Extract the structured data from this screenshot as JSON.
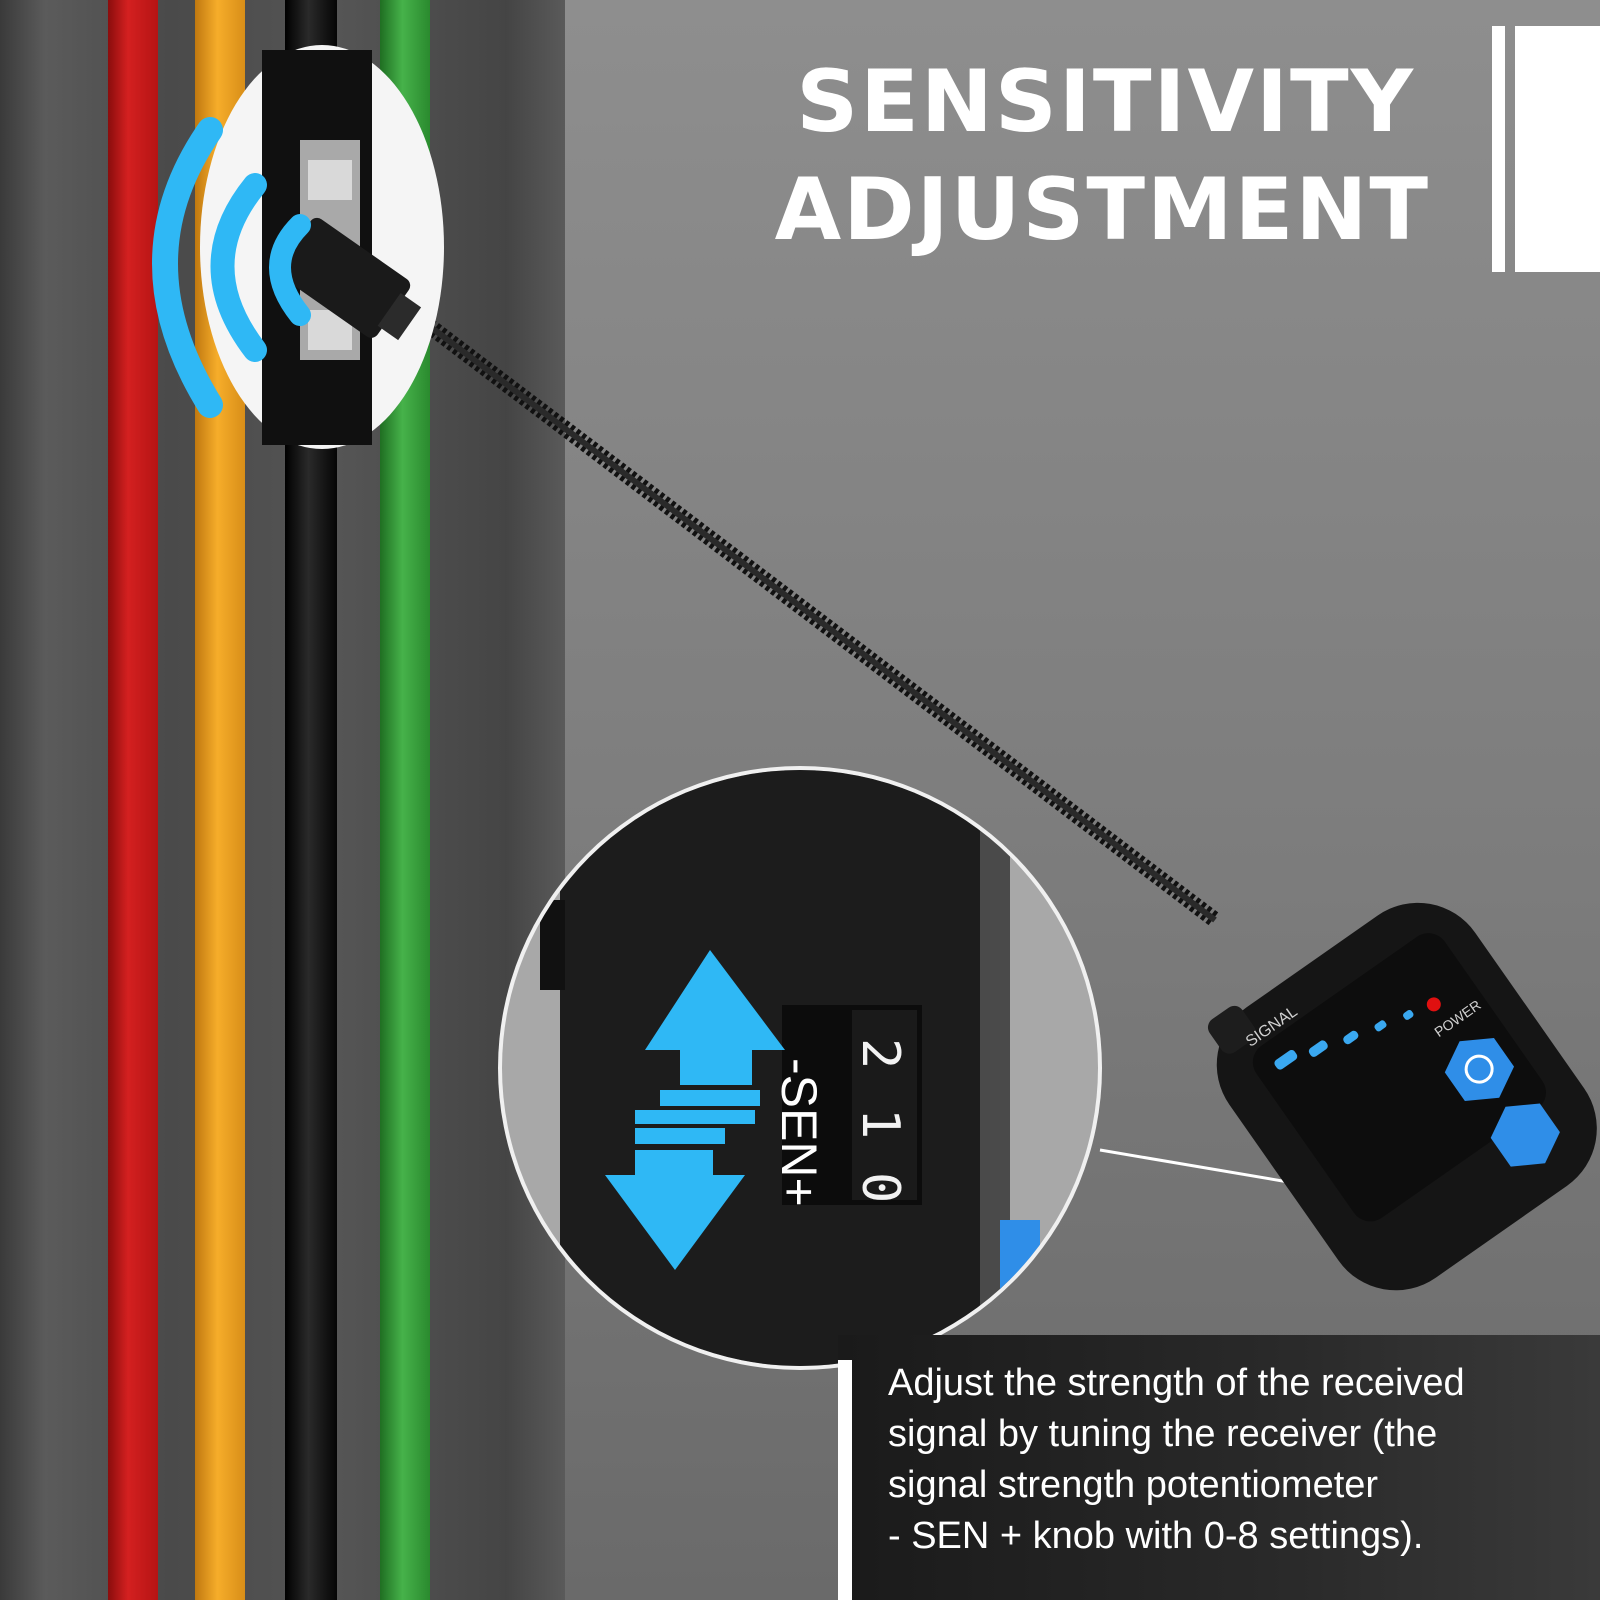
{
  "title": {
    "line1": "SENSITIVITY",
    "line2": "ADJUSTMENT"
  },
  "description": {
    "lines": [
      "Adjust the strength of the received",
      "signal by tuning the receiver (the",
      "signal strength potentiometer",
      "- SEN + knob with 0-8 settings)."
    ]
  },
  "dial": {
    "label": "-SEN+",
    "digits": [
      "2",
      "1",
      "0"
    ]
  },
  "device": {
    "signal_label": "SIGNAL",
    "power_label": "POWER"
  },
  "colors": {
    "accent_blue": "#2fb8f5",
    "wire_red": "#c81818",
    "wire_orange": "#f0a020",
    "wire_black": "#0c0c0c",
    "wire_green": "#2f9a32",
    "power_led": "#e01010"
  }
}
